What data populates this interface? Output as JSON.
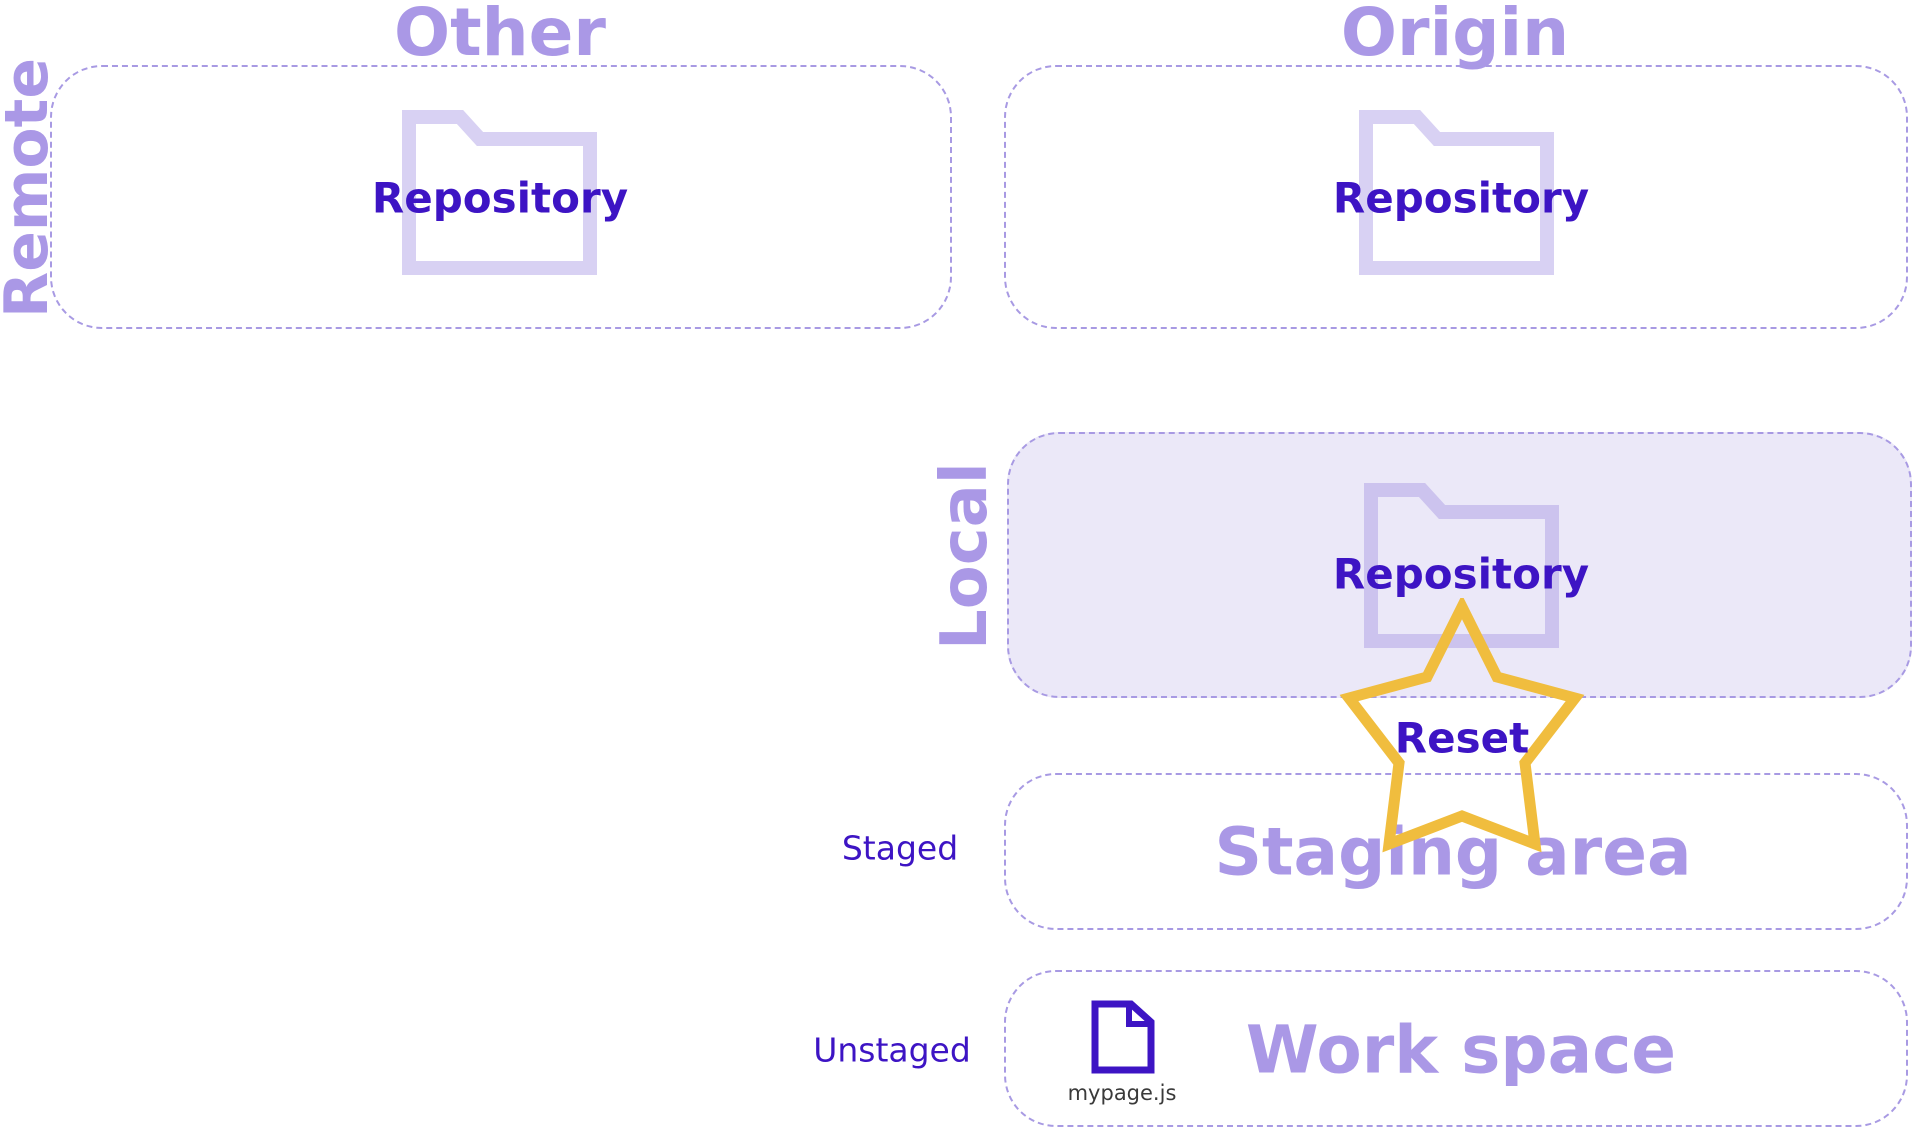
{
  "remote": {
    "label": "Remote",
    "other": {
      "title": "Other",
      "repo_label": "Repository"
    },
    "origin": {
      "title": "Origin",
      "repo_label": "Repository"
    }
  },
  "local": {
    "label": "Local",
    "repo_label": "Repository"
  },
  "staging": {
    "side_label": "Staged",
    "title": "Staging area"
  },
  "workspace": {
    "side_label": "Unstaged",
    "title": "Work space",
    "file_name": "mypage.js"
  },
  "action": {
    "label": "Reset"
  },
  "colors": {
    "heading": "#aa98e6",
    "label": "#3d14c4",
    "border": "#a89ae3",
    "local_fill": "#ebe8f8",
    "folder": "#d8d1f3",
    "star": "#f0bd3e"
  }
}
